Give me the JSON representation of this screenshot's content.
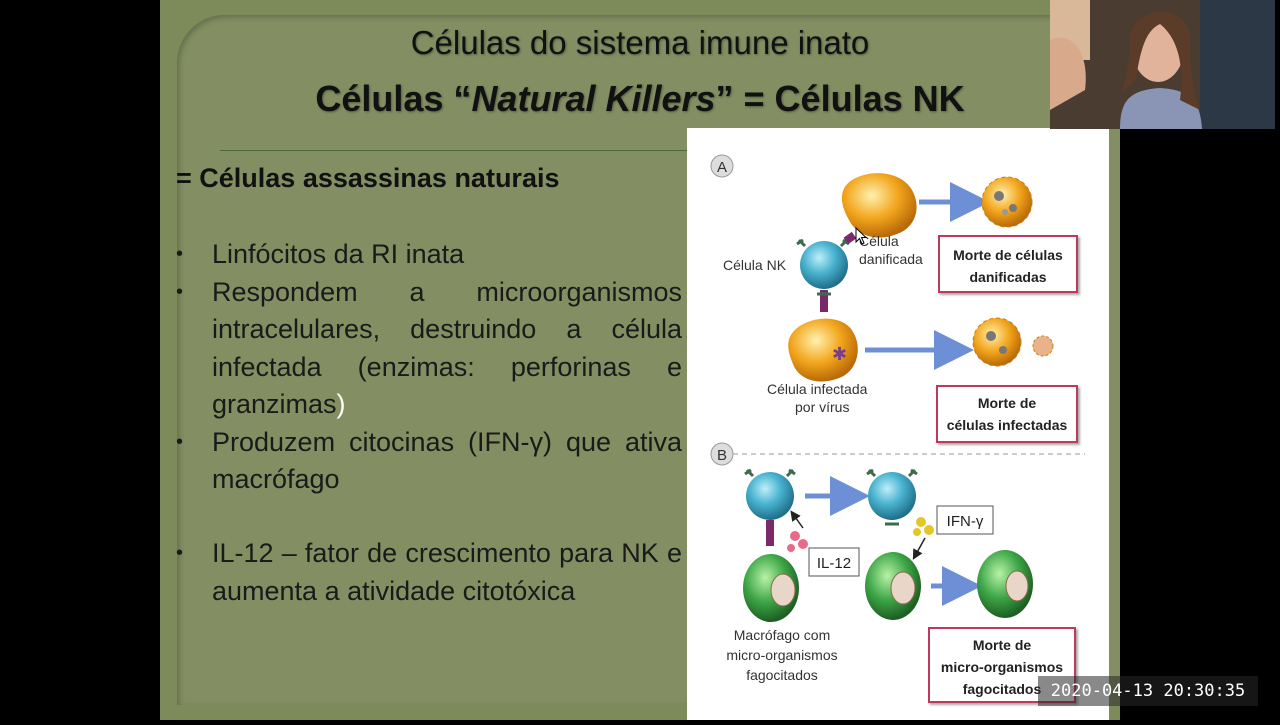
{
  "slide": {
    "title_line1": "Células do sistema imune inato",
    "title_line2_prefix": "Células “",
    "title_line2_italic": "Natural Killers",
    "title_line2_suffix": "” = Células NK",
    "subtitle": "= Células assassinas naturais",
    "bullets_group1": [
      {
        "text": "Linfócitos da RI inata"
      },
      {
        "text": "Respondem a microorganismos intracelulares, destruindo a célula infectada (enzimas: perforinas e granzimas",
        "tail": ")"
      },
      {
        "text": "Produzem citocinas (IFN-γ) que ativa macrófago"
      }
    ],
    "bullets_group2": [
      {
        "text": "IL-12 – fator de crescimento para NK e aumenta a atividade citotóxica"
      }
    ]
  },
  "figure": {
    "panel_a_label": "A",
    "panel_b_label": "B",
    "nk_cell_label": "Célula NK",
    "damaged_cell_label_1": "Célula",
    "damaged_cell_label_2": "danificada",
    "outcome_damaged_1": "Morte de células",
    "outcome_damaged_2": "danificadas",
    "infected_cell_label_1": "Célula infectada",
    "infected_cell_label_2": "por vírus",
    "outcome_infected_1": "Morte de",
    "outcome_infected_2": "células infectadas",
    "il12_label": "IL-12",
    "ifn_label": "IFN-γ",
    "macrophage_label_1": "Macrófago com",
    "macrophage_label_2": "micro-organismos",
    "macrophage_label_3": "fagocitados",
    "outcome_micro_1": "Morte de",
    "outcome_micro_2": "micro-organismos",
    "outcome_micro_3": "fagocitados",
    "colors": {
      "nk": "#49b3cf",
      "target": "#f2a51c",
      "macrophage": "#3da646",
      "arrow": "#6d8fd6",
      "outcome_border": "#c0385a"
    }
  },
  "overlay": {
    "timestamp": "2020-04-13  20:30:35"
  }
}
